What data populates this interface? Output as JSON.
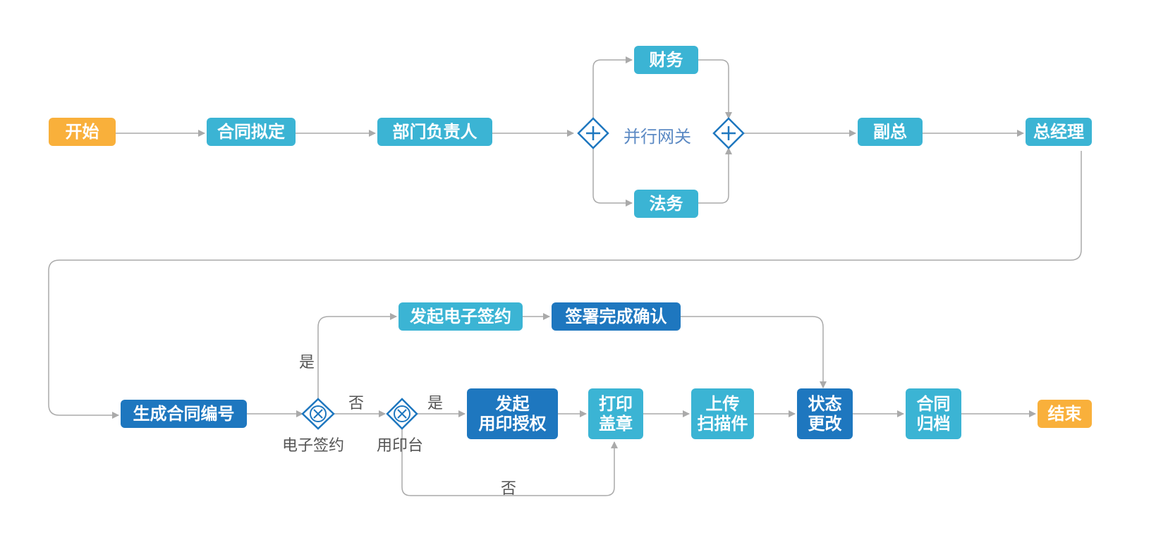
{
  "colors": {
    "start_end": "#F9B03B",
    "step_light": "#3BB4D4",
    "step_dark": "#1E77BF",
    "connector": "#AAAAAA",
    "gateway": "#1E77BF",
    "gateway_label": "#5C8AC4"
  },
  "nodes": {
    "start": "开始",
    "draft": "合同拟定",
    "dept_head": "部门负责人",
    "finance": "财务",
    "legal": "法务",
    "vp": "副总",
    "gm": "总经理",
    "gen_number": "生成合同编号",
    "init_esign": "发起电子签约",
    "sign_confirm": "签署完成确认",
    "init_seal_auth": [
      "发起",
      "用印授权"
    ],
    "print_stamp": [
      "打印",
      "盖章"
    ],
    "upload_scan": [
      "上传",
      "扫描件"
    ],
    "status_change": [
      "状态",
      "更改"
    ],
    "archive": [
      "合同",
      "归档"
    ],
    "end": "结束"
  },
  "gateways": {
    "parallel_label": "并行网关",
    "esign_label": "电子签约",
    "seal_label": "用印台"
  },
  "branch_labels": {
    "esign_yes": "是",
    "esign_no": "否",
    "seal_yes": "是",
    "seal_no": "否"
  }
}
